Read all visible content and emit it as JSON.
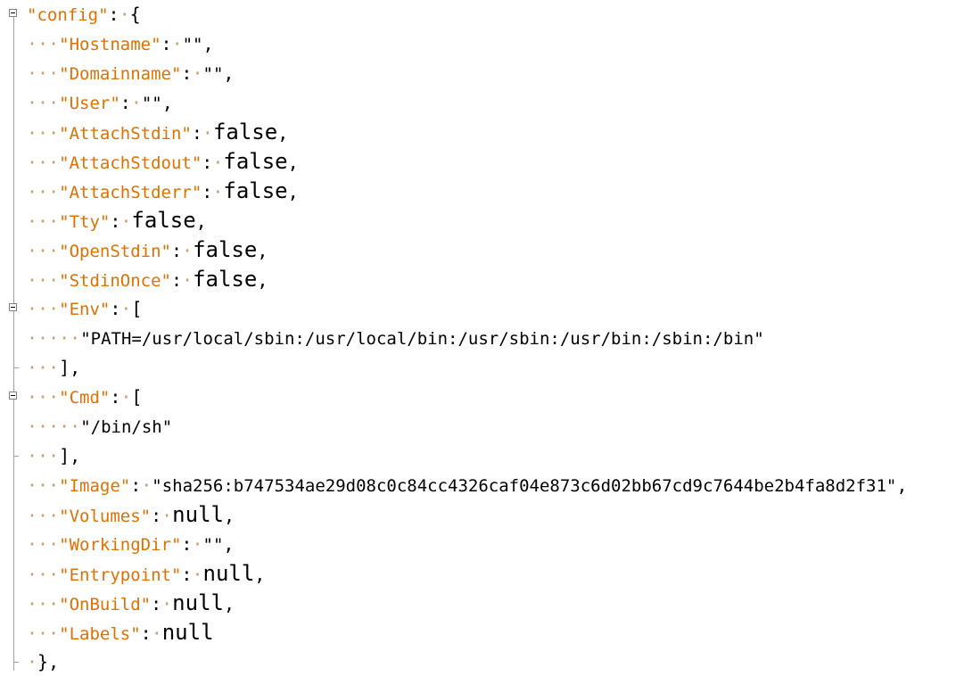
{
  "colors": {
    "key": "#e07000",
    "whitespace": "#c8a070",
    "text": "#000000",
    "fold_gutter": "#a0a0a0"
  },
  "lines": [
    {
      "indent": "",
      "key": "\"config\"",
      "sep": ":",
      "space": "·",
      "value": "",
      "value_kind": "punc",
      "tail": "{"
    },
    {
      "indent": "···",
      "key": "\"Hostname\"",
      "sep": ":",
      "space": "·",
      "value": "\"\"",
      "value_kind": "str",
      "tail": ","
    },
    {
      "indent": "···",
      "key": "\"Domainname\"",
      "sep": ":",
      "space": "·",
      "value": "\"\"",
      "value_kind": "str",
      "tail": ","
    },
    {
      "indent": "···",
      "key": "\"User\"",
      "sep": ":",
      "space": "·",
      "value": "\"\"",
      "value_kind": "str",
      "tail": ","
    },
    {
      "indent": "···",
      "key": "\"AttachStdin\"",
      "sep": ":",
      "space": "·",
      "value": "false",
      "value_kind": "kw",
      "tail": ","
    },
    {
      "indent": "···",
      "key": "\"AttachStdout\"",
      "sep": ":",
      "space": "·",
      "value": "false",
      "value_kind": "kw",
      "tail": ","
    },
    {
      "indent": "···",
      "key": "\"AttachStderr\"",
      "sep": ":",
      "space": "·",
      "value": "false",
      "value_kind": "kw",
      "tail": ","
    },
    {
      "indent": "···",
      "key": "\"Tty\"",
      "sep": ":",
      "space": "·",
      "value": "false",
      "value_kind": "kw",
      "tail": ","
    },
    {
      "indent": "···",
      "key": "\"OpenStdin\"",
      "sep": ":",
      "space": "·",
      "value": "false",
      "value_kind": "kw",
      "tail": ","
    },
    {
      "indent": "···",
      "key": "\"StdinOnce\"",
      "sep": ":",
      "space": "·",
      "value": "false",
      "value_kind": "kw",
      "tail": ","
    },
    {
      "indent": "···",
      "key": "\"Env\"",
      "sep": ":",
      "space": "·",
      "value": "",
      "value_kind": "punc",
      "tail": "["
    },
    {
      "indent": "·····",
      "key": "",
      "sep": "",
      "space": "",
      "value": "\"PATH=/usr/local/sbin:/usr/local/bin:/usr/sbin:/usr/bin:/sbin:/bin\"",
      "value_kind": "str",
      "tail": ""
    },
    {
      "indent": "···",
      "key": "",
      "sep": "",
      "space": "",
      "value": "",
      "value_kind": "punc",
      "tail": "],"
    },
    {
      "indent": "···",
      "key": "\"Cmd\"",
      "sep": ":",
      "space": "·",
      "value": "",
      "value_kind": "punc",
      "tail": "["
    },
    {
      "indent": "·····",
      "key": "",
      "sep": "",
      "space": "",
      "value": "\"/bin/sh\"",
      "value_kind": "str",
      "tail": ""
    },
    {
      "indent": "···",
      "key": "",
      "sep": "",
      "space": "",
      "value": "",
      "value_kind": "punc",
      "tail": "],"
    },
    {
      "indent": "···",
      "key": "\"Image\"",
      "sep": ":",
      "space": "·",
      "value": "\"sha256:b747534ae29d08c0c84cc4326caf04e873c6d02bb67cd9c7644be2b4fa8d2f31\"",
      "value_kind": "str",
      "tail": ","
    },
    {
      "indent": "···",
      "key": "\"Volumes\"",
      "sep": ":",
      "space": "·",
      "value": "null",
      "value_kind": "kw",
      "tail": ","
    },
    {
      "indent": "···",
      "key": "\"WorkingDir\"",
      "sep": ":",
      "space": "·",
      "value": "\"\"",
      "value_kind": "str",
      "tail": ","
    },
    {
      "indent": "···",
      "key": "\"Entrypoint\"",
      "sep": ":",
      "space": "·",
      "value": "null",
      "value_kind": "kw",
      "tail": ","
    },
    {
      "indent": "···",
      "key": "\"OnBuild\"",
      "sep": ":",
      "space": "·",
      "value": "null",
      "value_kind": "kw",
      "tail": ","
    },
    {
      "indent": "···",
      "key": "\"Labels\"",
      "sep": ":",
      "space": "·",
      "value": "null",
      "value_kind": "kw",
      "tail": ""
    },
    {
      "indent": "·",
      "key": "",
      "sep": "",
      "space": "",
      "value": "",
      "value_kind": "punc",
      "tail": "},"
    }
  ],
  "fold_markers": [
    {
      "line": 0,
      "type": "open"
    },
    {
      "line": 10,
      "type": "open"
    },
    {
      "line": 12,
      "type": "end"
    },
    {
      "line": 13,
      "type": "open"
    },
    {
      "line": 15,
      "type": "end"
    },
    {
      "line": 22,
      "type": "end"
    }
  ]
}
